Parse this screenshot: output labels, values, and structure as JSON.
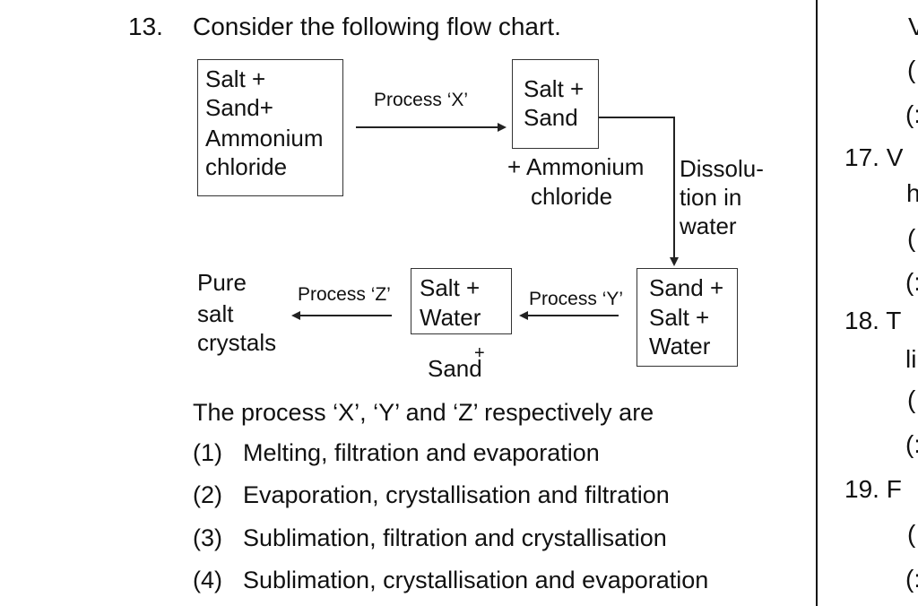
{
  "question": {
    "number": "13.",
    "text": "Consider the following flow chart.",
    "stem": "The process ‘X’, ‘Y’ and ‘Z’ respectively are",
    "options": [
      {
        "num": "(1)",
        "text": "Melting, filtration and evaporation"
      },
      {
        "num": "(2)",
        "text": "Evaporation, crystallisation and filtration"
      },
      {
        "num": "(3)",
        "text": "Sublimation, filtration and crystallisation"
      },
      {
        "num": "(4)",
        "text": "Sublimation, crystallisation and evaporation"
      }
    ]
  },
  "flowchart": {
    "box_start": [
      "Salt +",
      "Sand+",
      "Ammonium",
      "chloride"
    ],
    "process_x": "Process ‘X’",
    "box_after_x": [
      "Salt +",
      "Sand"
    ],
    "byproduct_x": [
      "+ Ammonium",
      "chloride"
    ],
    "dissolution": [
      "Dissolu-",
      "tion in",
      "water"
    ],
    "box_mixture": [
      "Sand +",
      "Salt +",
      "Water"
    ],
    "process_y": "Process ‘Y’",
    "box_filtrate": [
      "Salt +",
      "Water"
    ],
    "byproduct_y": "Sand",
    "byproduct_y_plus": "+",
    "process_z": "Process ‘Z’",
    "product": [
      "Pure",
      "salt",
      "crystals"
    ]
  },
  "right_column": {
    "items": [
      {
        "text": "V"
      },
      {
        "text": "("
      },
      {
        "text": "(:"
      },
      {
        "text": "17.  V"
      },
      {
        "text": "h"
      },
      {
        "text": "("
      },
      {
        "text": "(:"
      },
      {
        "text": "18.  T"
      },
      {
        "text": "li"
      },
      {
        "text": "("
      },
      {
        "text": "(:"
      },
      {
        "text": "19.  F"
      },
      {
        "text": "("
      },
      {
        "text": "(:"
      }
    ]
  }
}
